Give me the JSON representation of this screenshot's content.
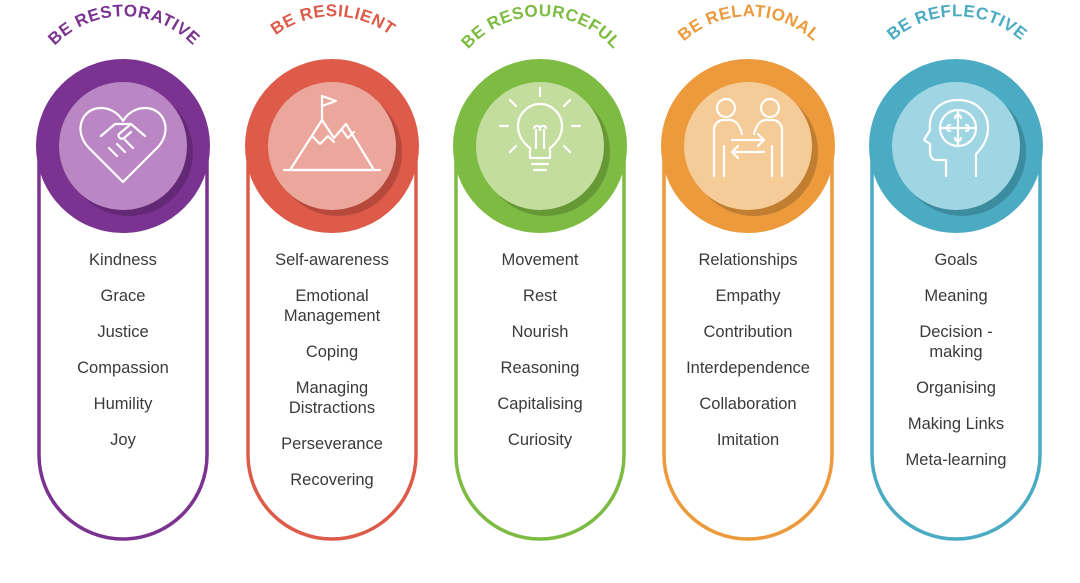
{
  "columns": [
    {
      "title": "BE RESTORATIVE",
      "icon": "heart-handshake-icon",
      "color": "#7b3391",
      "circle_color": "#bb86c4",
      "items": [
        "Kindness",
        "Grace",
        "Justice",
        "Compassion",
        "Humility",
        "Joy"
      ]
    },
    {
      "title": "BE RESILIENT",
      "icon": "mountain-flag-icon",
      "color": "#de5a49",
      "circle_color": "#eba79b",
      "items": [
        "Self-awareness",
        "Emotional Management",
        "Coping",
        "Managing Distractions",
        "Perseverance",
        "Recovering"
      ]
    },
    {
      "title": "BE RESOURCEFUL",
      "icon": "lightbulb-icon",
      "color": "#7dbb42",
      "circle_color": "#c2dd9d",
      "items": [
        "Movement",
        "Rest",
        "Nourish",
        "Reasoning",
        "Capitalising",
        "Curiosity"
      ]
    },
    {
      "title": "BE RELATIONAL",
      "icon": "two-people-icon",
      "color": "#ec9a3b",
      "circle_color": "#f5cc98",
      "items": [
        "Relationships",
        "Empathy",
        "Contribution",
        "Interdependence",
        "Collaboration",
        "Imitation"
      ]
    },
    {
      "title": "BE REFLECTIVE",
      "icon": "head-puzzle-icon",
      "color": "#4aabc3",
      "circle_color": "#a0d6e4",
      "items": [
        "Goals",
        "Meaning",
        "Decision -making",
        "Organising",
        "Making Links",
        "Meta-learning"
      ]
    }
  ]
}
